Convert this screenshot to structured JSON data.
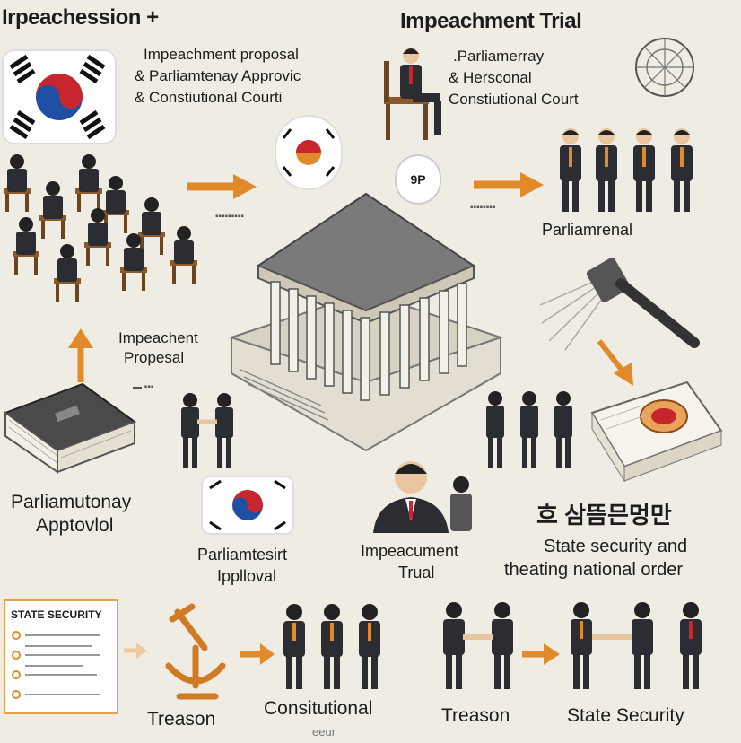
{
  "colors": {
    "accent": "#e08a2a",
    "suit": "#2b2d33",
    "red": "#c8262f",
    "blue": "#1f4fa3",
    "bg": "#efece4"
  },
  "top_left": {
    "title": "Irpeachession +",
    "lines": [
      "Impeachment proposal",
      "& Parliamtenay Approvic",
      "& Constiutional Courti"
    ]
  },
  "top_right": {
    "title": "Impeachment Trial",
    "lines": [
      ".Parliamerray",
      "& Hersconal",
      "Constiutional Court"
    ]
  },
  "center_labels": {
    "proposal": [
      "Impeachent",
      "Propesal"
    ],
    "parliamentary": "Parliamrenal",
    "approval": [
      "Parliamutonay",
      "Apptovlol"
    ],
    "center_approval": [
      "Parliamtesirt",
      "Ipplloval"
    ],
    "trial": [
      "Impeacument",
      "Trual"
    ],
    "korean": "흐 삼뜸믄멍만",
    "security_text": [
      "State security and",
      "theating national order"
    ],
    "badge": "9P"
  },
  "bottom": {
    "card_title": "STATE SECURITY",
    "labels": [
      "Treason",
      "Consitutional",
      "Treason",
      "State Security"
    ],
    "sub": "eeur"
  },
  "icons": [
    "korean-flag-icon",
    "courthouse-icon",
    "gavel-icon",
    "seal-icon",
    "book-icon",
    "document-icon",
    "microscope-icon"
  ]
}
